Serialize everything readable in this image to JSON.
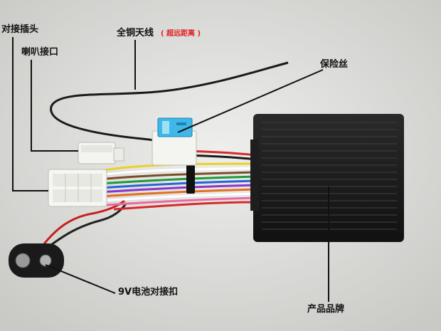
{
  "labels": {
    "connector_plug": "对接插头",
    "speaker_port": "喇叭接口",
    "antenna_main": "全铜天线",
    "antenna_note": "( 超远距离 )",
    "fuse": "保险丝",
    "battery_clip": "9V电池对接扣",
    "product_brand": "产品品牌"
  },
  "colors": {
    "background": "#d9d9d6",
    "label_text": "#111111",
    "note_text": "#e02020",
    "box_body": "#1a1a1a",
    "fuse_blue": "#3fb8e8"
  }
}
